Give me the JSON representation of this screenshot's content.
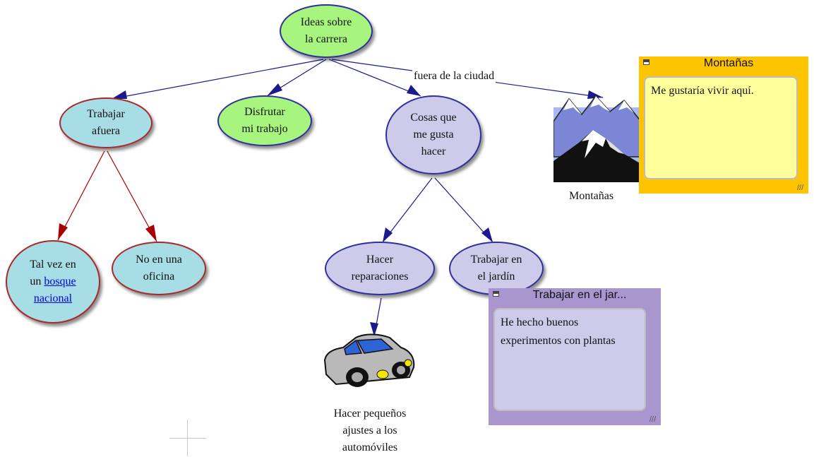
{
  "nodes": {
    "ideas": [
      "Ideas sobre",
      "la carrera"
    ],
    "trabajar_afuera": [
      "Trabajar",
      "afuera"
    ],
    "disfrutar": [
      "Disfrutar",
      "mi trabajo"
    ],
    "cosas": [
      "Cosas que",
      "me gusta",
      "hacer"
    ],
    "tal_vez": {
      "line1": "Tal vez en",
      "line2_prefix": "un ",
      "link_line1": "bosque",
      "link_line2": "nacional"
    },
    "no_oficina": [
      "No en una",
      "oficina"
    ],
    "hacer_reparaciones": [
      "Hacer",
      "reparaciones"
    ],
    "trabajar_jardin": [
      "Trabajar en",
      "el jardín"
    ]
  },
  "link_label": "fuera de la ciudad",
  "images": {
    "mountains_label": "Montañas",
    "car_label": [
      "Hacer pequeños",
      "ajustes a los",
      "automóviles"
    ]
  },
  "notes": {
    "montanas": {
      "title": "Montañas",
      "text": "Me gustaría vivir aquí."
    },
    "jardin": {
      "title": "Trabajar en el jar...",
      "text": [
        "He hecho buenos",
        "experimentos con plantas"
      ]
    }
  },
  "colors": {
    "root_fill": "#a7f57e",
    "outdoor_fill": "#a7dde4",
    "hobby_fill": "#cdcbe9",
    "blue_link": "#1a1a8c",
    "red_link": "#a80000",
    "note_orange": "#ffc400",
    "note_yellow": "#ffff9c",
    "note_purple": "#a996cf",
    "note_lavender": "#cdcbe9"
  }
}
